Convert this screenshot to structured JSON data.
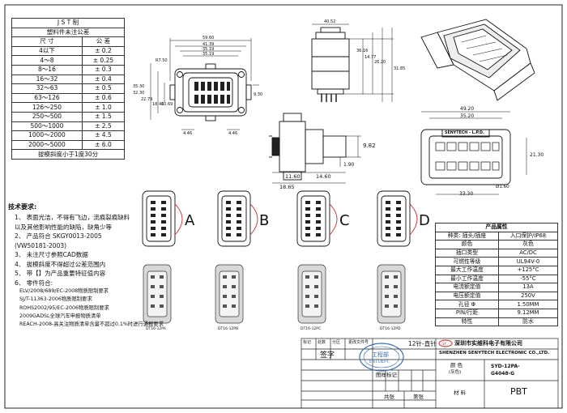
{
  "tolerance_table": {
    "title": "J S T 制",
    "subtitle": "塑料件未注公差",
    "col_size": "尺 寸",
    "col_tol": "公 差",
    "rows": [
      {
        "size": "4以下",
        "tol": "± 0.2"
      },
      {
        "size": "4～8",
        "tol": "± 0.25"
      },
      {
        "size": "8～16",
        "tol": "± 0.3"
      },
      {
        "size": "16～32",
        "tol": "± 0.4"
      },
      {
        "size": "32～63",
        "tol": "± 0.5"
      },
      {
        "size": "63～126",
        "tol": "± 0.6"
      },
      {
        "size": "126～250",
        "tol": "± 1.0"
      },
      {
        "size": "250～500",
        "tol": "± 1.5"
      },
      {
        "size": "500～1000",
        "tol": "± 2.5"
      },
      {
        "size": "1000～2000",
        "tol": "± 4.5"
      },
      {
        "size": "2000～5000",
        "tol": "± 6.0"
      }
    ],
    "footer": "拔模斜度小于1度30分"
  },
  "dimensions": {
    "front": [
      "59.60",
      "41.39",
      "35.19",
      "35.19",
      "R7.50",
      "35.30",
      "32.30",
      "22.79",
      "18.40",
      "10.69",
      "9.30",
      "4.46",
      "4.46"
    ],
    "side": [
      "40.52",
      "36.16",
      "14.77",
      "26.20",
      "31.85"
    ],
    "section": [
      "9.82",
      "11.60",
      "14.60",
      "18.65",
      "1.90"
    ],
    "rear": [
      "49.20",
      "35.20",
      "21.30",
      "33.30",
      "Ø1.60"
    ],
    "rear_label": "SENYTECH - L.P.D."
  },
  "variants": [
    {
      "letter": "A",
      "label": "DT16-12PA"
    },
    {
      "letter": "B",
      "label": "DT16-12PB"
    },
    {
      "letter": "C",
      "label": "DT16-12PC"
    },
    {
      "letter": "D",
      "label": "DT16-12PD"
    }
  ],
  "tech_notes": {
    "heading": "技术要求:",
    "items": [
      {
        "text": "1、 表面光洁，不得有飞边，流痕裂痕缺料",
        "kind": "n"
      },
      {
        "text": "以及其他影响性能的缺陷，缺角少等",
        "kind": "n"
      },
      {
        "text": "2、 产品符合 SKGY0013-2005",
        "kind": "n"
      },
      {
        "text": "(VW50181-2003)",
        "kind": "n"
      },
      {
        "text": "3、 未注尺寸参照CAD数据",
        "kind": "n"
      },
      {
        "text": "4、 拔模斜度不得超过公差范围内",
        "kind": "n"
      },
      {
        "text": "5、 带【】为产品重要特征值内容",
        "kind": "n"
      },
      {
        "text": "6、 零件符合:",
        "kind": "n"
      },
      {
        "text": "ELV/2008/689/EC-2008物质限制要求",
        "kind": "s"
      },
      {
        "text": "SJ/T-11363-2006物质限制要求",
        "kind": "s"
      },
      {
        "text": "ROHS2002/95/EC-2006物质限制要求",
        "kind": "s"
      },
      {
        "text": "2009GADSL全球汽车申报物质清单",
        "kind": "s"
      },
      {
        "text": "REACH-2008-高关注物质清单含量不超过0.1%时进行通报要求",
        "kind": "s"
      }
    ]
  },
  "properties": {
    "title": "产品属性",
    "rows": [
      [
        "种类: 插头/插座",
        "入口保护/IP68"
      ],
      [
        "颜色",
        "灰色"
      ],
      [
        "插口类型",
        "AC/DC"
      ],
      [
        "可燃性等级",
        "UL94V-0"
      ],
      [
        "最大工作温度",
        "+125°C"
      ],
      [
        "最小工作温度",
        "-55°C"
      ],
      [
        "电流额定值",
        "13A"
      ],
      [
        "电压额定值",
        "250V"
      ],
      [
        "孔径 Φ",
        "1.50MM"
      ],
      [
        "PIN/行距",
        "9.12MM"
      ],
      [
        "特性",
        "防水"
      ]
    ]
  },
  "title_block": {
    "product": "12针-直针",
    "company_cn": "深圳市实维科电子有限公司",
    "company_en": "SHENZHEN SENYTECH ELECTRONIC CO.,LTD.",
    "signature": "签字",
    "stamp_text": "工程部",
    "stamp_en": "ENT.DEPT.",
    "mark": "图样标记",
    "total": "共张",
    "sheet": "第张",
    "color_label": "颜 色",
    "color_value": "(灰色)",
    "part_no_1": "SYD-12PA-",
    "part_no_2": "G4048-G",
    "material_label": "材 料",
    "material": "PBT",
    "rev_headers": [
      "标记",
      "处数",
      "分区",
      "更改文件号"
    ]
  }
}
